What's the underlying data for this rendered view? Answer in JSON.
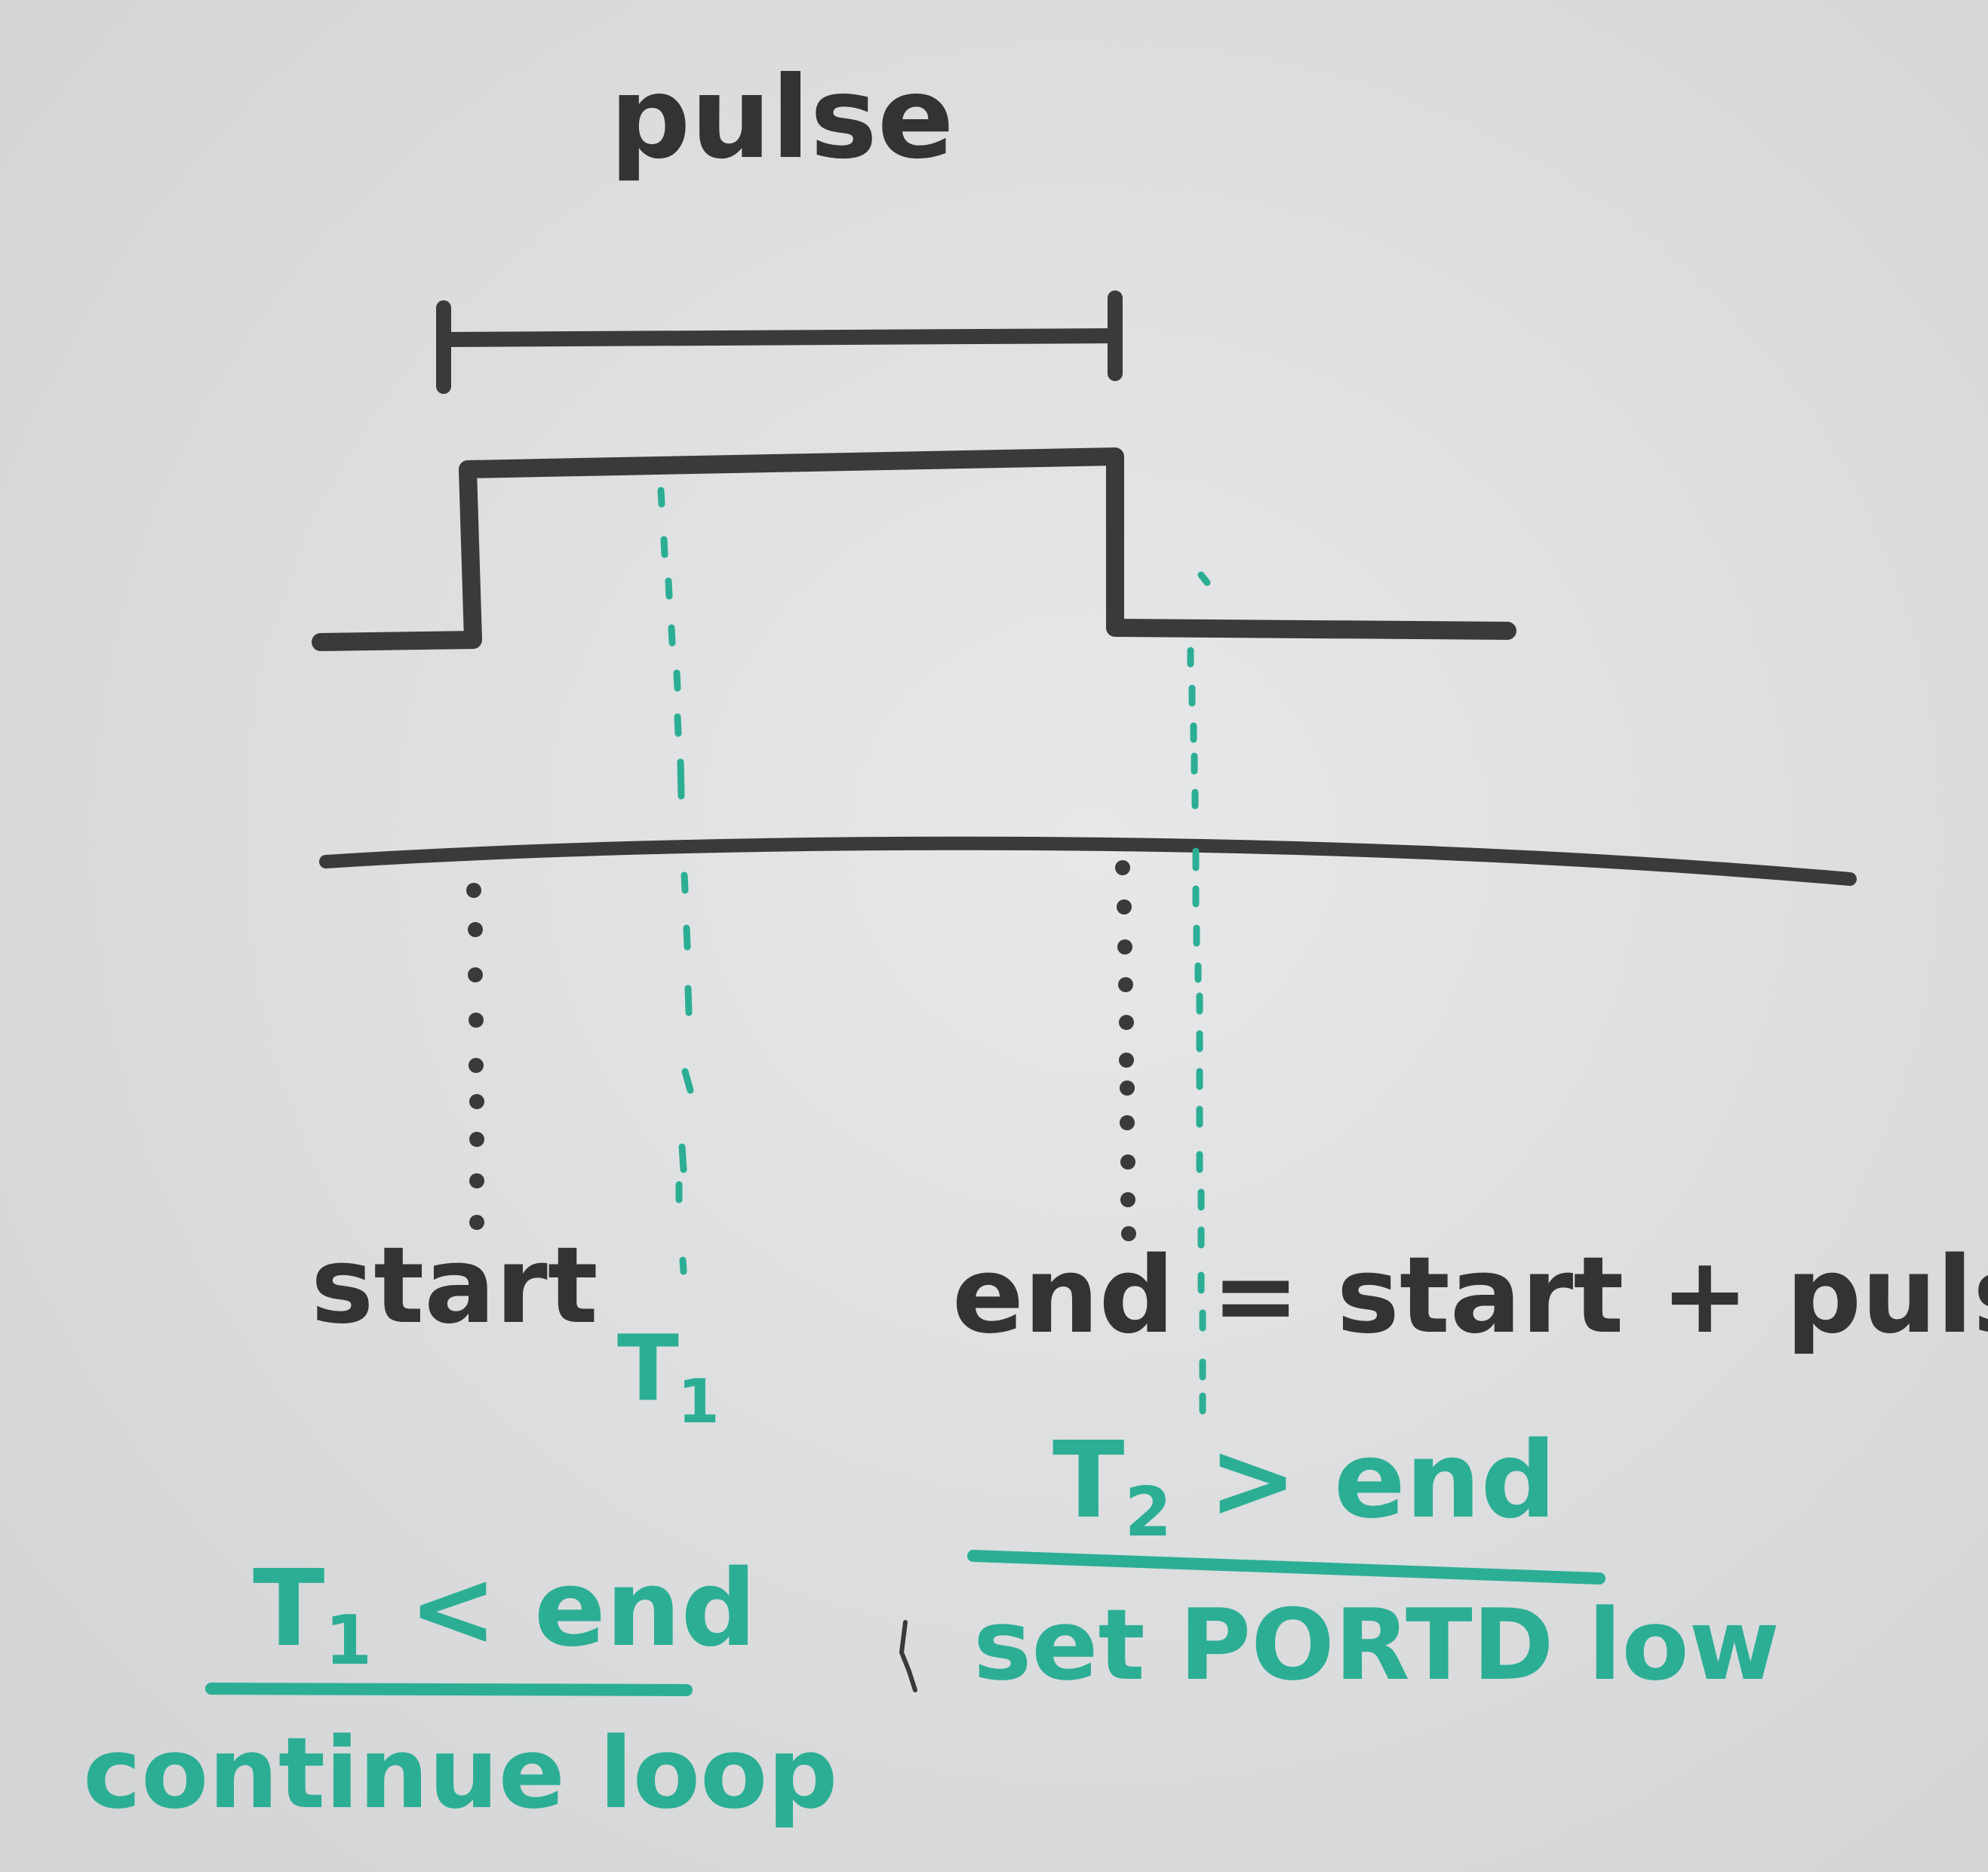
{
  "colors": {
    "board": "#d9dbdc",
    "black_ink": "#3a3a3a",
    "green_ink": "#2cae95"
  },
  "labels": {
    "pulse": "pulse",
    "start": "start",
    "end_equation": "end = start + pulse",
    "t1": "T",
    "t1_sub": "1",
    "t2_condition_prefix": "T",
    "t2_sub": "2",
    "t2_condition_rest": " > end",
    "t1_condition_prefix": "T",
    "t1_cond_sub": "1",
    "t1_condition_rest": " < end",
    "set_porto_low": "set PORTD low",
    "continue_loop": "continue loop"
  }
}
